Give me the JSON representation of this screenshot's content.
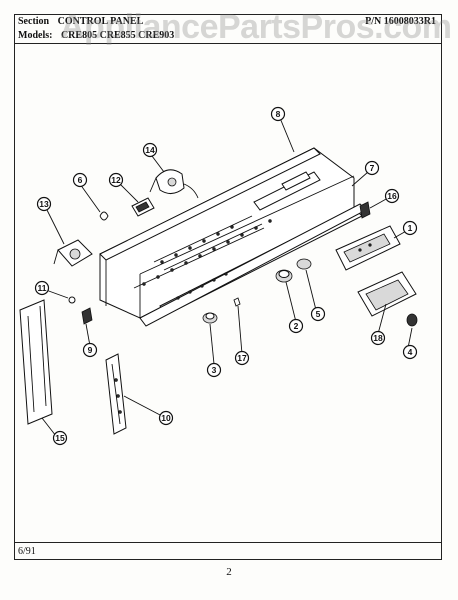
{
  "header": {
    "section_label": "Section",
    "section_value": "CONTROL PANEL",
    "models_label": "Models:",
    "models_value": "CRE805  CRE855  CRE903",
    "part_number": "P/N 16008033R1"
  },
  "watermark": "AppliancePartsPros.com",
  "footer": {
    "date": "6/91",
    "page": "2"
  },
  "callouts": [
    {
      "id": "1",
      "label": "1"
    },
    {
      "id": "2",
      "label": "2"
    },
    {
      "id": "3",
      "label": "3"
    },
    {
      "id": "4",
      "label": "4"
    },
    {
      "id": "5",
      "label": "5"
    },
    {
      "id": "6",
      "label": "6"
    },
    {
      "id": "7",
      "label": "7"
    },
    {
      "id": "8",
      "label": "8"
    },
    {
      "id": "9",
      "label": "9"
    },
    {
      "id": "10",
      "label": "10"
    },
    {
      "id": "11",
      "label": "11"
    },
    {
      "id": "12",
      "label": "12"
    },
    {
      "id": "13",
      "label": "13"
    },
    {
      "id": "14",
      "label": "14"
    },
    {
      "id": "15",
      "label": "15"
    },
    {
      "id": "16",
      "label": "16"
    },
    {
      "id": "17",
      "label": "17"
    },
    {
      "id": "18",
      "label": "18"
    }
  ]
}
